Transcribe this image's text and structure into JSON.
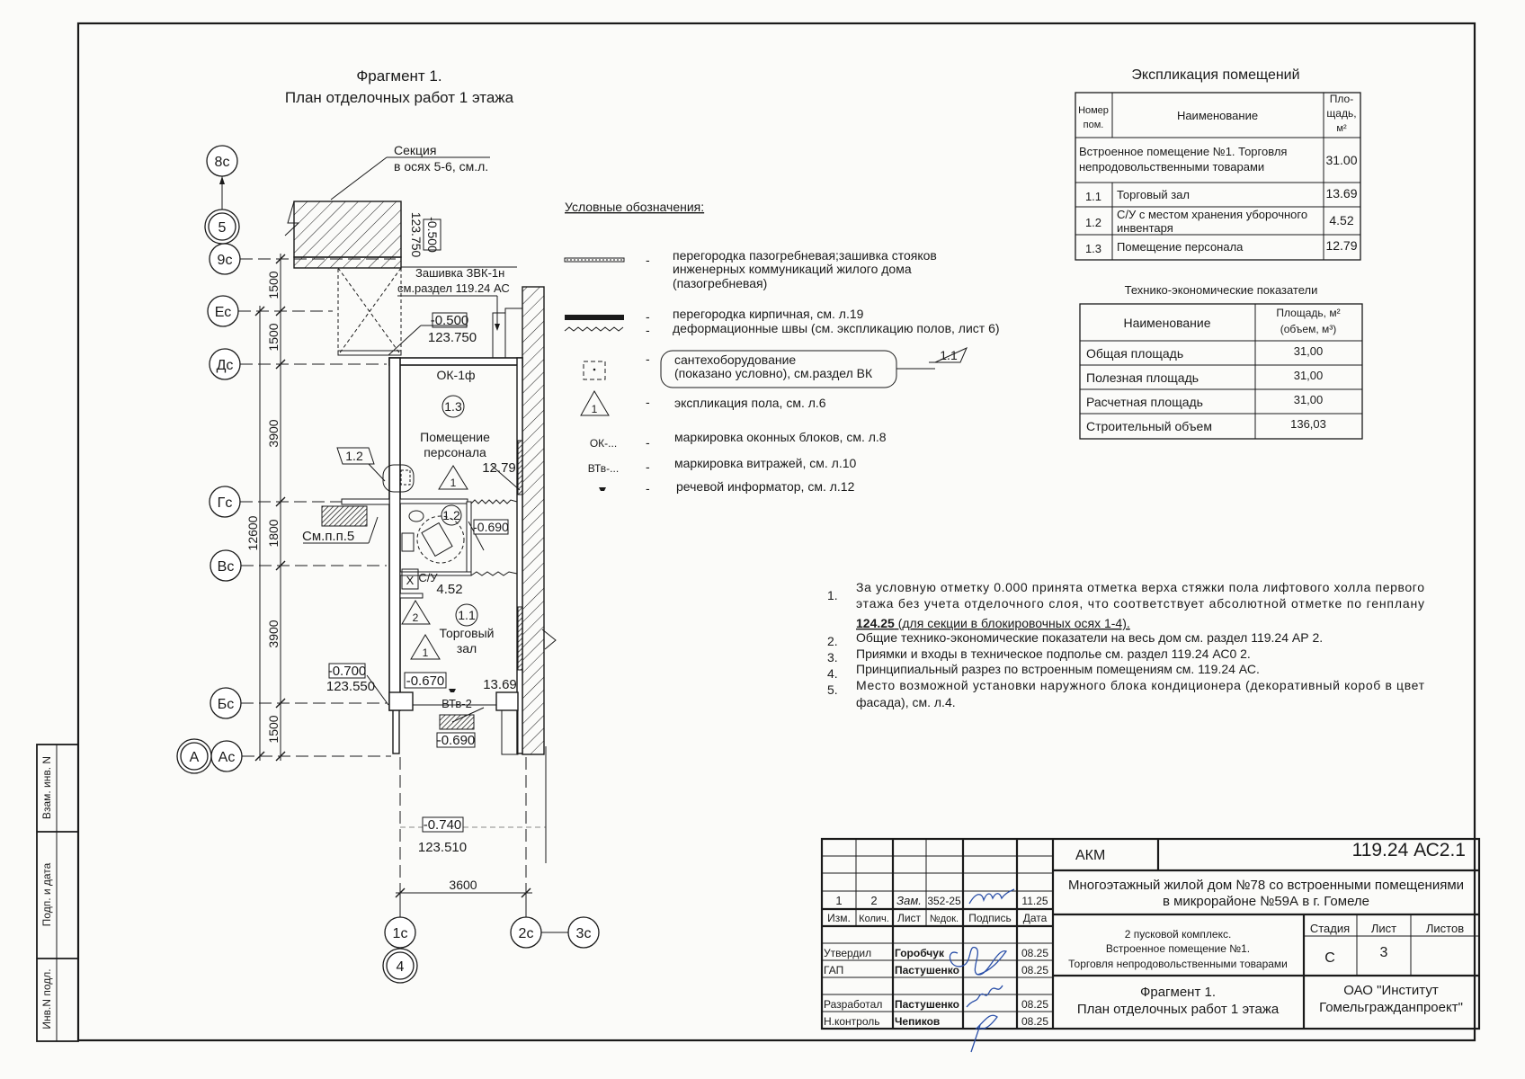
{
  "drawing_title": {
    "line1": "Фрагмент 1.",
    "line2": "План отделочных работ 1 этажа"
  },
  "explication": {
    "title": "Экспликация помещений",
    "headers": {
      "number": "Номер пом.",
      "number_l1": "Номер",
      "number_l2": "пом.",
      "name": "Наименование",
      "area_l1": "Пло-",
      "area_l2": "щадь,",
      "area_l3": "м²"
    },
    "group": {
      "name_l1": "Встроенное помещение №1. Торговля",
      "name_l2": "непродовольственными товарами",
      "area": "31.00"
    },
    "rows": [
      {
        "num": "1.1",
        "name": "Торговый зал",
        "name_l2": "",
        "area": "13.69"
      },
      {
        "num": "1.2",
        "name": "С/У с местом хранения уборочного",
        "name_l2": "инвентаря",
        "area": "4.52"
      },
      {
        "num": "1.3",
        "name": "Помещение персонала",
        "name_l2": "",
        "area": "12.79"
      }
    ]
  },
  "tep": {
    "title": "Технико-экономические показатели",
    "headers": {
      "name": "Наименование",
      "value_l1": "Площадь, м²",
      "value_l2": "(объем, м³)"
    },
    "rows": [
      {
        "name": "Общая площадь",
        "value": "31,00"
      },
      {
        "name": "Полезная площадь",
        "value": "31,00"
      },
      {
        "name": "Расчетная площадь",
        "value": "31,00"
      },
      {
        "name": "Строительный объем",
        "value": "136,03"
      }
    ]
  },
  "legend": {
    "title": "Условные обозначения:",
    "dash": "-",
    "items": [
      {
        "symbol": "partition-tongue-groove",
        "l1": "перегородка пазогребневая;зашивка стояков",
        "l2": "инженерных коммуникаций жилого дома",
        "l3": "(пазогребневая)"
      },
      {
        "symbol": "partition-brick",
        "l1": "перегородка кирпичная, см. л.19"
      },
      {
        "symbol": "expansion-joint",
        "l1": "деформационные швы (см. экспликацию полов, лист 6)"
      },
      {
        "symbol": "sanitary-equipment",
        "l1": "сантехоборудование",
        "l2": "(показано условно), см.раздел ВК",
        "tag": "1.1"
      },
      {
        "symbol": "floor-triangle",
        "sym_text": "1",
        "l1": "экспликация пола, см. л.6"
      },
      {
        "symbol": "text",
        "sym_text": "ОК-...",
        "l1": "маркировка оконных блоков, см. л.8"
      },
      {
        "symbol": "text",
        "sym_text": "ВТв-...",
        "l1": "маркировка витражей, см. л.10"
      },
      {
        "symbol": "speech-informer",
        "l1": "речевой информатор, см. л.12"
      }
    ]
  },
  "notes": [
    {
      "num": "1.",
      "l1": "За условную отметку 0.000 принята отметка верха стяжки пола лифтового холла первого",
      "l2": "этажа без учета отделочного слоя, что соответствует абсолютной отметке по генплану",
      "l3_bold": "124.25",
      "l3_rest": " (для секции в блокировочных осях 1-4)."
    },
    {
      "num": "2.",
      "l1": "Общие технико-экономические показатели на весь дом см. раздел 119.24 АР 2."
    },
    {
      "num": "3.",
      "l1": "Приямки и входы в техническое подполье см. раздел 119.24 АС0 2."
    },
    {
      "num": "4.",
      "l1": "Принципиальный разрез по встроенным помещениям см. 119.24 АС."
    },
    {
      "num": "5.",
      "l1": "Место возможной установки наружного блока кондиционера (декоративный короб в цвет",
      "l2": "фасада), см. л.4."
    }
  ],
  "plan": {
    "axes": {
      "a8c": "8с",
      "a5": "5",
      "a9c": "9с",
      "aEc": "Ес",
      "aDc": "Дс",
      "aGc": "Гс",
      "aVc": "Вс",
      "aBc": "Бс",
      "aAc": "Ас",
      "aA": "А",
      "a1c": "1с",
      "a4": "4",
      "a2c": "2с",
      "a3c": "3с"
    },
    "dims": {
      "d1": "1500",
      "d2": "1500",
      "d3": "3900",
      "d4": "1800",
      "d5": "3900",
      "d6": "1500",
      "total": "12600",
      "width": "3600"
    },
    "section_note": {
      "l1": "Секция",
      "l2": "в осях 5-6, см.л."
    },
    "shaft_note": {
      "l1": "Зашивка ЗВК-1н",
      "l2": "см.раздел 119.24 АС"
    },
    "levels": {
      "top_rel": "-0.500",
      "top_abs": "123.750",
      "mid_rel": "-0.500",
      "mid_abs": "123.750",
      "wc_rel": "-0.690",
      "entry_rel": "-0.700",
      "entry_abs": "123.550",
      "hall_rel": "-0.670",
      "porch_rel": "-0.690",
      "outside_rel": "-0.740",
      "outside_abs": "123.510"
    },
    "rooms": {
      "r13_num": "1.3",
      "r13_l1": "Помещение",
      "r13_l2": "персонала",
      "r13_area": "12.79",
      "r12_num": "1.2",
      "r12_label": "С/У",
      "r12_area": "4.52",
      "r12_tag": "1.2",
      "r11_num": "1.1",
      "r11_l1": "Торговый",
      "r11_l2": "зал",
      "r11_area": "13.69"
    },
    "marks": {
      "window": "ОК-1ф",
      "vitrage": "ВТв-2",
      "floor1a": "1",
      "floor2": "2",
      "floor1b": "1",
      "see_note": "См.п.п.5",
      "storage": "X"
    }
  },
  "title_block": {
    "code": "АКМ",
    "doc_number": "119.24 АС2.1",
    "project_l1": "Многоэтажный жилой дом №78 со встроенными помещениями",
    "project_l2": "в микрорайоне №59А в г. Гомеле",
    "change_row": {
      "izm": "1",
      "kol": "2",
      "list": "Зам.",
      "ndok": "352-25",
      "date": "11.25"
    },
    "headers": {
      "izm": "Изм.",
      "kol": "Колич.",
      "list": "Лист",
      "ndok": "№док.",
      "sign": "Подпись",
      "date": "Дата"
    },
    "signers": [
      {
        "role": "Утвердил",
        "name": "Горобчук",
        "date": "08.25"
      },
      {
        "role": "ГАП",
        "name": "Пастушенко",
        "date": "08.25"
      },
      {
        "role": "Разработал",
        "name": "Пастушенко",
        "date": "08.25"
      },
      {
        "role": "Н.контроль",
        "name": "Чепиков",
        "date": "08.25"
      }
    ],
    "object_l1": "2 пусковой комплекс.",
    "object_l2": "Встроенное помещение №1.",
    "object_l3": "Торговля непродовольственными товарами",
    "stage_label": "Стадия",
    "sheet_label": "Лист",
    "sheets_label": "Листов",
    "stage": "С",
    "sheet": "3",
    "sheets": "",
    "sheet_title_l1": "Фрагмент 1.",
    "sheet_title_l2": "План отделочных работ 1 этажа",
    "org_l1": "ОАО \"Институт",
    "org_l2": "Гомельгражданпроект\""
  },
  "side_stamp": {
    "replace_inv": "Взам. инв. N",
    "sign_date": "Подп. и дата",
    "orig_inv": "Инв.N подл."
  },
  "colors": {
    "ink": "#1a1a1a",
    "signature": "#2a4fa8",
    "paper": "#fbfbf9"
  }
}
